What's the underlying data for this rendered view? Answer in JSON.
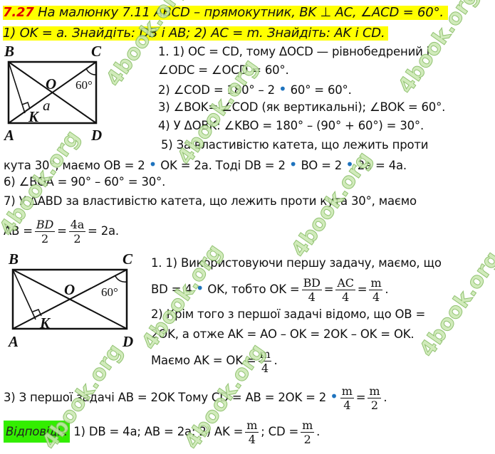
{
  "header": {
    "number": "7.27",
    "line1": " На малюнку 7.11 ABCD – прямокутник, BK ⊥ AC, ∠ACD = 60°.",
    "line2": "1) OK = a. Знайдіть: DB і AB; 2) AC = m. Знайдіть: AK і CD."
  },
  "figure1": {
    "B": "B",
    "C": "C",
    "A": "A",
    "D": "D",
    "O": "O",
    "K": "K",
    "a": "a",
    "angle": "60°"
  },
  "figure2": {
    "B": "B",
    "C": "C",
    "A": "A",
    "D": "D",
    "O": "O",
    "K": "K",
    "angle": "60°"
  },
  "part1": {
    "l1": "1. 1) OC = CD, тому ΔOCD — рівнобедрений і",
    "l2": "∠ODC = ∠OCD = 60°.",
    "l3a": "2) ∠COD = 180° – 2",
    "dot": "•",
    "l3b": "60° = 60°.",
    "l4": "3) ∠BOK= ∠COD (як вертикальні); ∠BOK = 60°.",
    "l5": "4) У ΔOBK: ∠KBO = 180° – (90° + 60°) = 30°.",
    "l6": "5) За властивістю катета, що лежить проти",
    "l7a": "кута 30°, маємо OB = 2",
    "l7b": "OK = 2a. Тоді DB = 2",
    "l7c": "BO = 2",
    "l7d": "2a = 4a.",
    "l8": "6) ∠BOA = 90° – 60° = 30°.",
    "l9": "7) У ΔABD за властивістю катета, що лежить проти кута 30°, маємо",
    "l10a": "AB =",
    "f1n": "BD",
    "f1d": "2",
    "eq": "=",
    "f2n": "4a",
    "f2d": "2",
    "l10b": "= 2a."
  },
  "part2": {
    "l1": "1. 1) Використовуючи першу задачу, маємо, що",
    "l2a": "BD = 4",
    "l2b": "OK, тобто OK =",
    "f1n": "BD",
    "f1d": "4",
    "eq": "=",
    "f2n": "AC",
    "f2d": "4",
    "f3n": "m",
    "f3d": "4",
    "end": ".",
    "l3": "2) Крім того з першої задачі відомо, що OB =",
    "l4": "2OK, а отже AK = AO – OK = 2OK – OK = OK.",
    "l5a": "Маємо AK = OK =",
    "f4n": "m",
    "f4d": "4",
    "l6a": "3) З першої задачі AB = 2OK Тому CD = AB = 2OK = 2",
    "f5n": "m",
    "f5d": "4",
    "f6n": "m",
    "f6d": "2"
  },
  "answer": {
    "label": "Відповідь:",
    "text": " 1) DB = 4a; AB = 2a; 2) AK =",
    "f1n": "m",
    "f1d": "4",
    "mid": "; CD =",
    "f2n": "m",
    "f2d": "2",
    "end": "."
  },
  "watermark": "4book.org",
  "colors": {
    "highlight": "#ffff00",
    "number": "#e00000",
    "dot": "#1e73be",
    "answer_bg": "#33ee00"
  }
}
